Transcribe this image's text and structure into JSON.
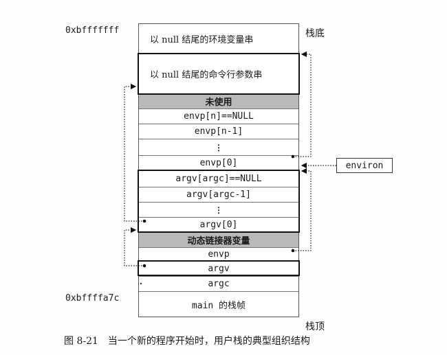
{
  "addresses": {
    "top": "0xbfffffff",
    "bottom": "0xbffffa7c"
  },
  "side_labels": {
    "stack_bottom": "栈底",
    "stack_top": "栈顶"
  },
  "cells": {
    "env_strings": "以 null 结尾的环境变量串",
    "cmd_strings": "以 null 结尾的命令行参数串",
    "unused": "未使用",
    "envp_n": "envp[n]==NULL",
    "envp_n1": "envp[n-1]",
    "envp_dots": "⋮",
    "envp_0": "envp[0]",
    "argv_argc": "argv[argc]==NULL",
    "argv_argc1": "argv[argc-1]",
    "argv_dots": "⋮",
    "argv_0": "argv[0]",
    "dyn_linker": "动态链接器变量",
    "envp": "envp",
    "argv": "argv",
    "argc": "argc",
    "main_frame": "main 的栈帧"
  },
  "environ_label": "environ",
  "caption": "图 8-21　当一个新的程序开始时，用户栈的典型组织结构"
}
